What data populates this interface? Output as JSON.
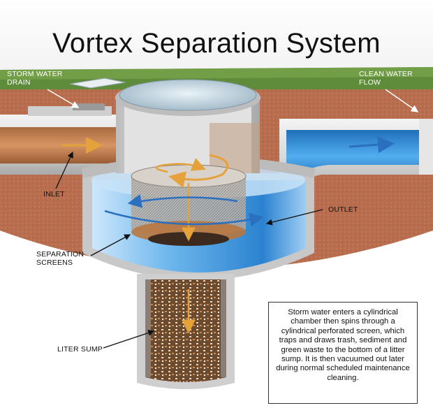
{
  "title": "Vortex Separation System",
  "labels": {
    "storm_water_drain": [
      "STORM WATER",
      "DRAIN"
    ],
    "clean_water_flow": [
      "CLEAN WATER",
      "FLOW"
    ],
    "inlet": "INLET",
    "outlet": "OUTLET",
    "separation_screens": [
      "SEPARATION",
      "SCREENS"
    ],
    "liter_sump": "LITER SUMP"
  },
  "description": "Storm water enters a cylindrical chamber then spins through a cylindrical perforated screen, which traps and draws trash, sediment and green waste to the bottom of a litter sump.  It is then vacuumed out later during normal scheduled maintenance cleaning.",
  "colors": {
    "water": "#2f8fd8",
    "inflow": "#c8834a",
    "flow_arrow_orange": "#e6a23a",
    "flow_arrow_blue": "#2a6fc0",
    "concrete": "#d2d2d2",
    "grass": "#5e8c3a",
    "soil": "#b86d4e"
  }
}
